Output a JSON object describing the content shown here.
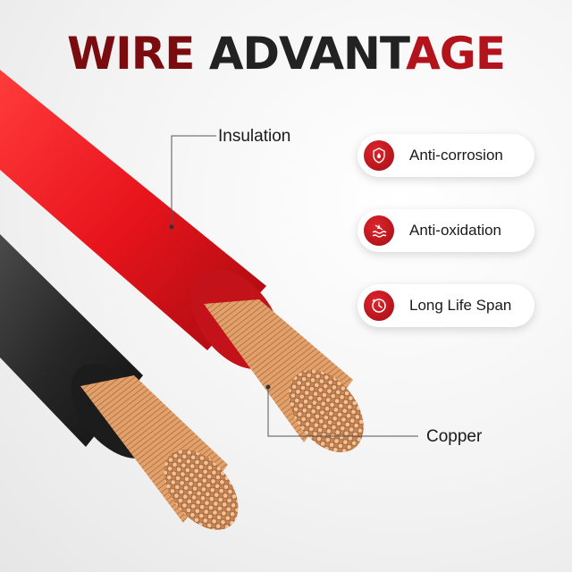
{
  "title": {
    "part1": "WIRE ",
    "part2": "ADVANT",
    "part3": "AGE"
  },
  "callouts": {
    "insulation": "Insulation",
    "copper": "Copper"
  },
  "features": [
    {
      "label": "Anti-corrosion",
      "icon": "droplet-shield-icon"
    },
    {
      "label": "Anti-oxidation",
      "icon": "water-waves-icon"
    },
    {
      "label": "Long Life Span",
      "icon": "clock-icon"
    }
  ],
  "colors": {
    "red_wire": "#e8141c",
    "black_wire": "#2a2a2a",
    "copper": "#d9955e",
    "badge": "#c8161d",
    "title_dark": "#7a0c10",
    "title_red": "#b3131a"
  }
}
